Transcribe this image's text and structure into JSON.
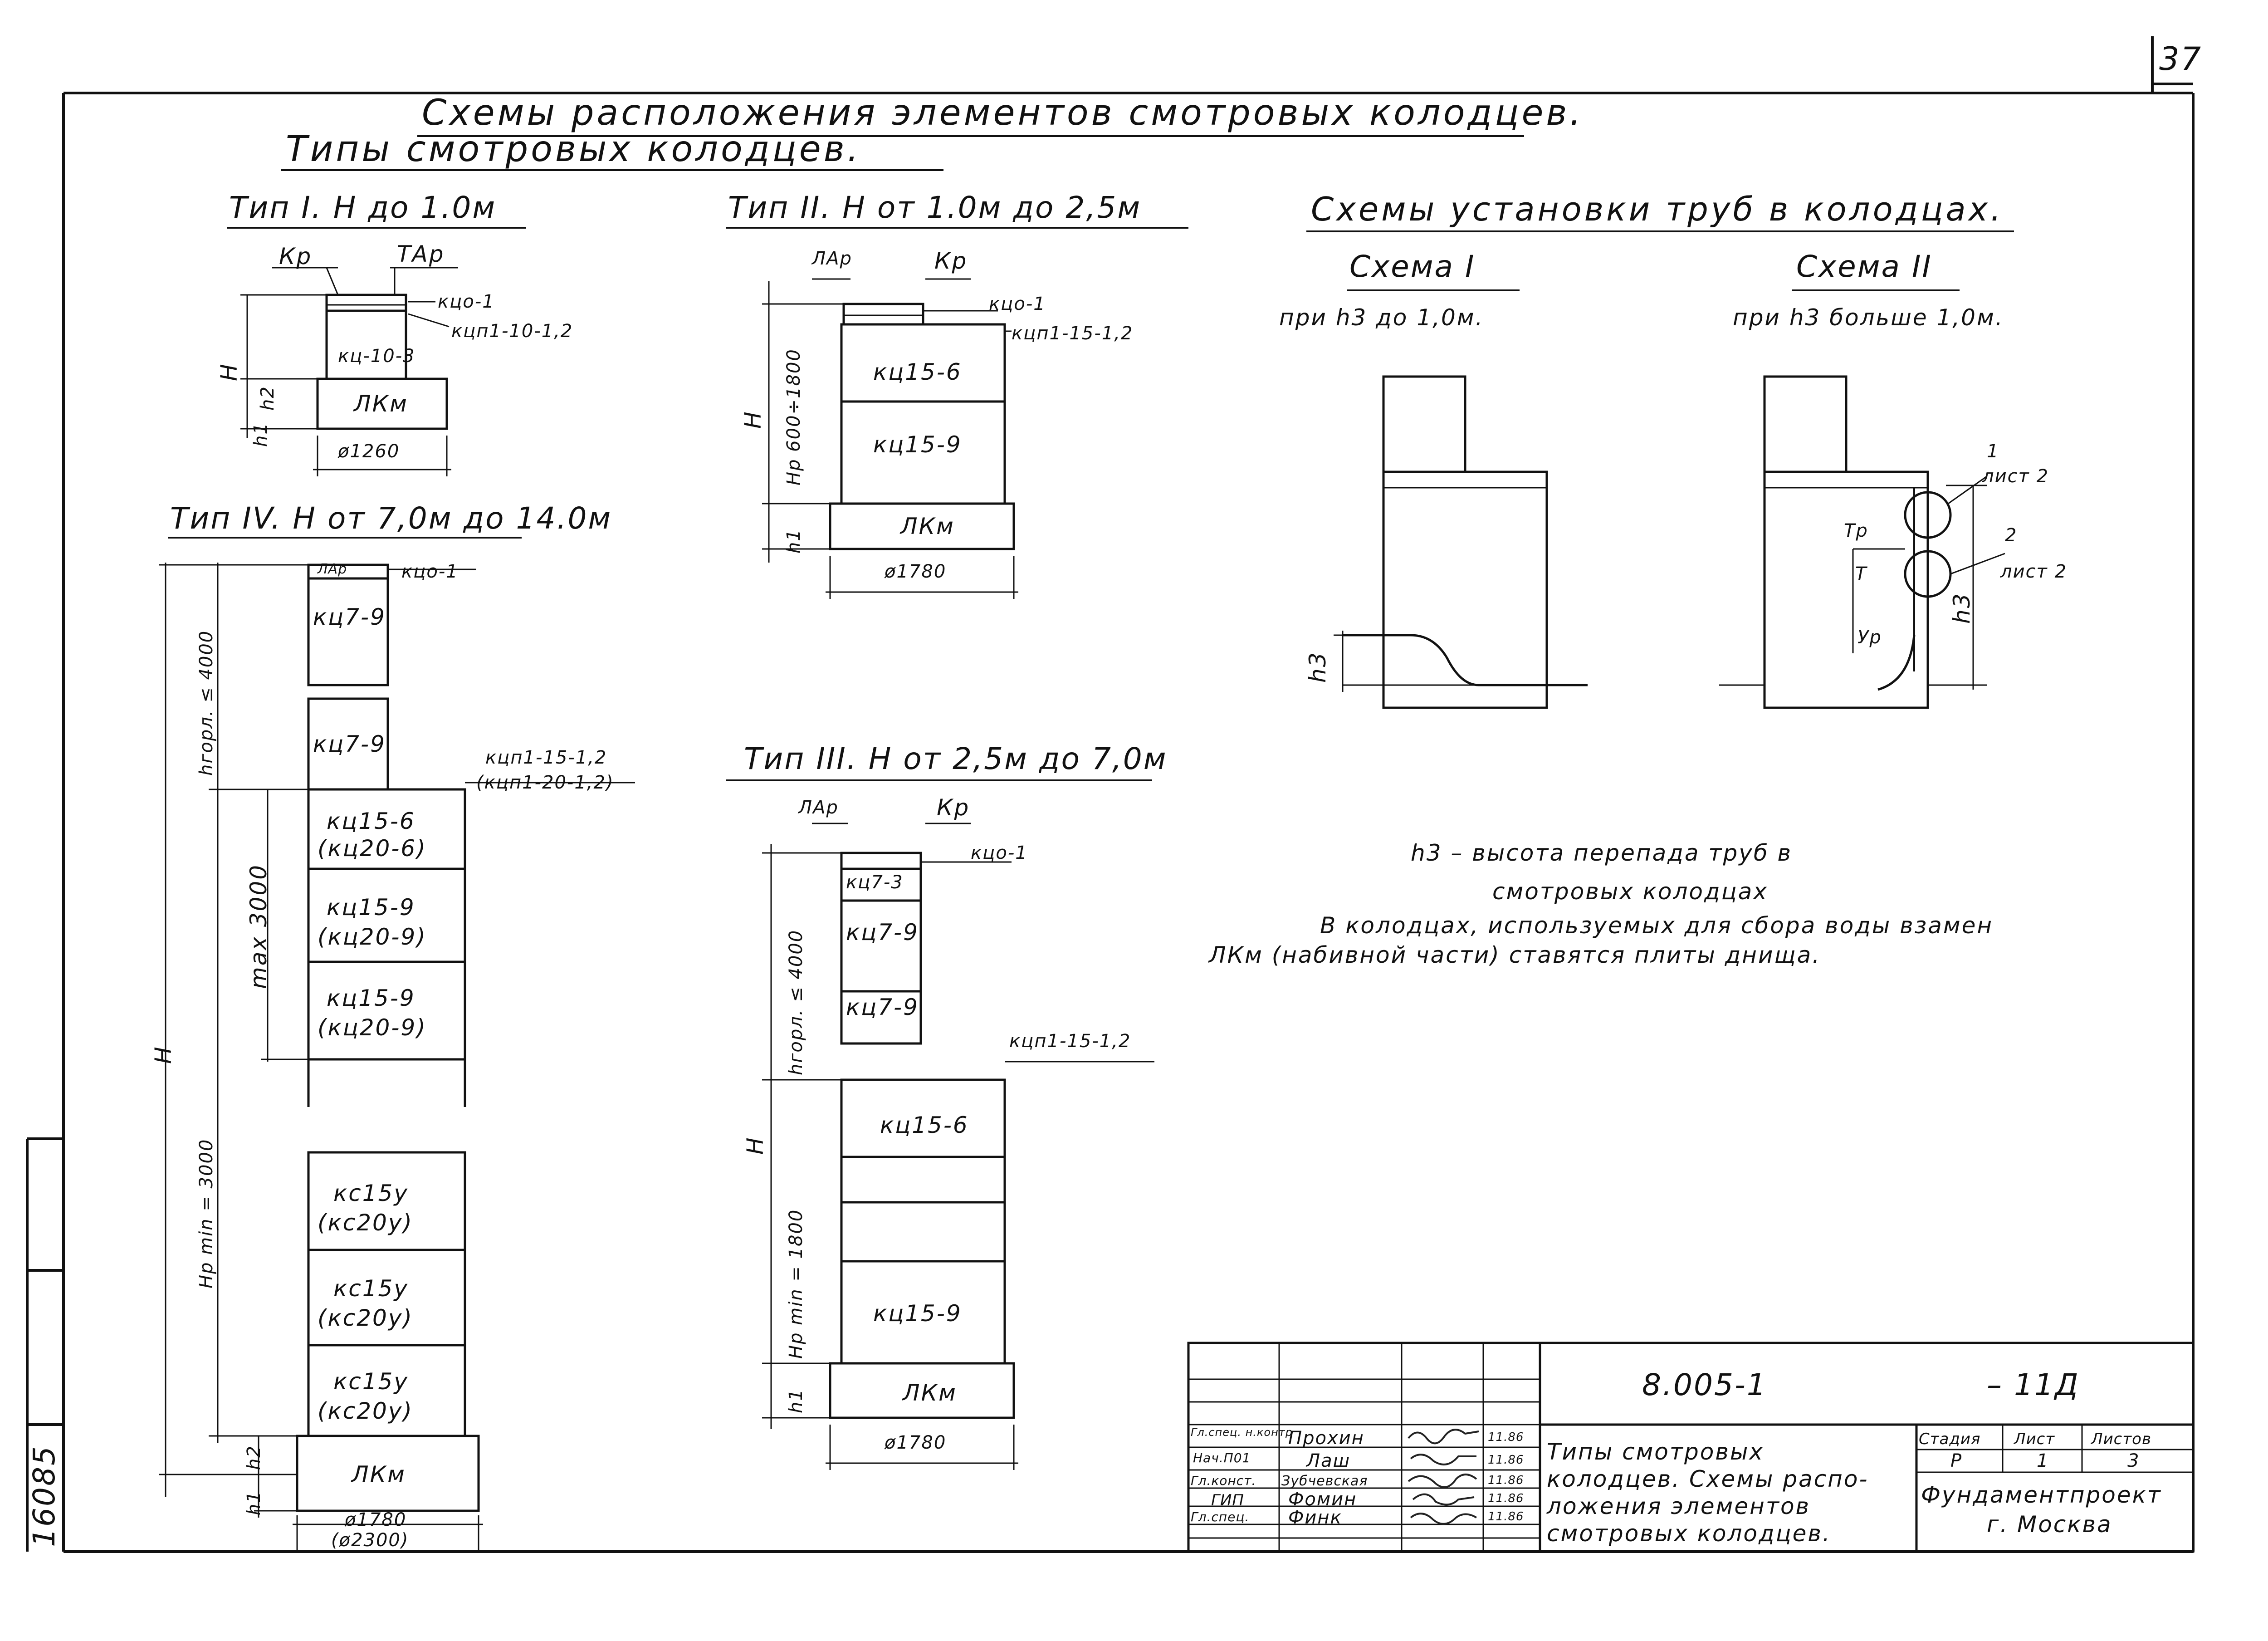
{
  "page_number": "37",
  "titles": {
    "main": "Схемы расположения элементов смотровых колодцев.",
    "types": "Типы смотровых колодцев."
  },
  "type1": {
    "title": "Тип I. H до 1.0м",
    "labels": [
      "Кр",
      "ТАр",
      "кцо-1",
      "кцп1-10-1,2",
      "кц-10-3",
      "ЛКм",
      "ø1260"
    ],
    "dims": [
      "H",
      "h2",
      "h1"
    ]
  },
  "type2": {
    "title": "Тип II. H от 1.0м до 2,5м",
    "labels": [
      "ЛАр",
      "Кр",
      "кцо-1",
      "кцп1-15-1,2",
      "кц15-6",
      "кц15-9",
      "ЛКм",
      "ø1780"
    ],
    "dims": [
      "H",
      "Hр 600÷1800",
      "h1"
    ]
  },
  "type3": {
    "title": "Тип III. H от 2,5м до 7,0м",
    "labels": [
      "ЛАр",
      "Кр",
      "кцо-1",
      "кц7-3",
      "кц7-9",
      "кц7-9",
      "кцп1-15-1,2",
      "кц15-6",
      "кц15-9",
      "ЛКм",
      "ø1780"
    ],
    "dims": [
      "H",
      "hгорл. ≤ 4000",
      "Hр min = 1800",
      "h1"
    ]
  },
  "type4": {
    "title": "Тип IV. H от 7,0м до 14.0м",
    "labels": [
      "ЛАр",
      "кцо-1",
      "кц7-9",
      "кц7-9",
      "кцп1-15-1,2",
      "(кцп1-20-1,2)",
      "кц15-6",
      "(кц20-6)",
      "кц15-9",
      "(кц20-9)",
      "кц15-9",
      "(кц20-9)",
      "кс15у",
      "(кс20у)",
      "кс15у",
      "(кс20у)",
      "кс15у",
      "(кс20у)",
      "ЛКм",
      "ø1780",
      "(ø2300)"
    ],
    "dims": [
      "hгорл. ≤ 4000",
      "max 3000",
      "H",
      "Hр min = 3000",
      "h2",
      "h1"
    ]
  },
  "pipes": {
    "title": "Схемы установки труб в колодцах.",
    "scheme1": {
      "title": "Схема I",
      "cond": "при h3 до 1,0м.",
      "dim": "h3"
    },
    "scheme2": {
      "title": "Схема II",
      "cond": "при h3 больше 1,0м.",
      "callouts": [
        "1",
        "лист 2",
        "2",
        "лист 2"
      ],
      "labels": [
        "Тр",
        "Т",
        "Ур",
        "h3"
      ]
    }
  },
  "notes": {
    "line1": "h3 – высота перепада труб в",
    "line2": "смотровых колодцах",
    "line3": "В колодцах, используемых для сбора воды взамен",
    "line4": "ЛКм (набивной части) ставятся плиты днища."
  },
  "stamp": {
    "code": "8.005-1",
    "sheet_code": "– 11Д",
    "people": [
      {
        "role": "Гл.спец. н.контр",
        "name": "Прохин",
        "date": "11.86"
      },
      {
        "role": "Нач.П01",
        "name": "Лаш",
        "date": "11.86"
      },
      {
        "role": "Гл.конст.",
        "name": "Зубчевская",
        "date": "11.86"
      },
      {
        "role": "ГИП",
        "name": "Фомин",
        "date": "11.86"
      },
      {
        "role": "Гл.спец.",
        "name": "Финк",
        "date": "11.86"
      }
    ],
    "description": [
      "Типы смотровых",
      "колодцев. Схемы распо-",
      "ложения элементов",
      "смотровых колодцев."
    ],
    "headers": [
      "Стадия",
      "Лист",
      "Листов"
    ],
    "values": [
      "Р",
      "1",
      "3"
    ],
    "org": [
      "Фундаментпроект",
      "г. Москва"
    ]
  },
  "side_number": "16085"
}
